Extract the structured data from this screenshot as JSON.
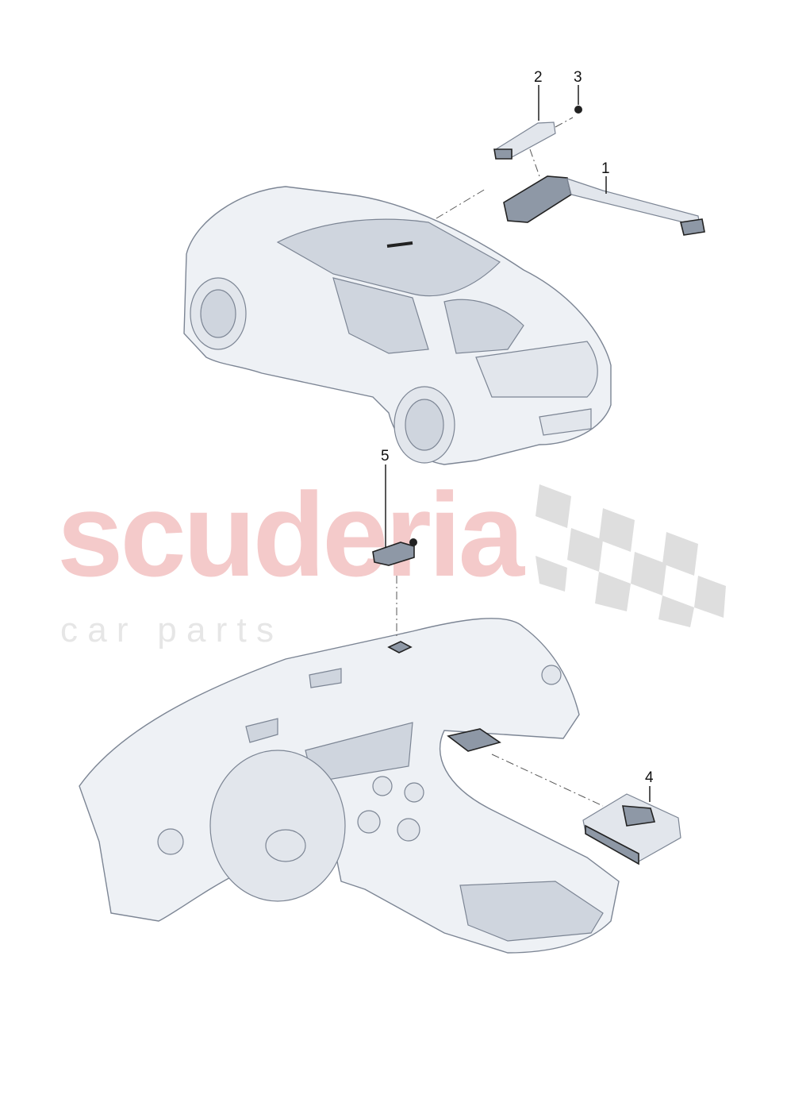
{
  "watermark": {
    "brand": "scuderia",
    "tagline": "c a r   p a r t s",
    "color": "#f4caca"
  },
  "callouts": [
    {
      "label": "1"
    },
    {
      "label": "2"
    },
    {
      "label": "3"
    },
    {
      "label": "4"
    },
    {
      "label": "5"
    }
  ],
  "colors": {
    "outline": "#7c8594",
    "part_fill": "#8e98a6",
    "checker": "#dcdcdc"
  }
}
